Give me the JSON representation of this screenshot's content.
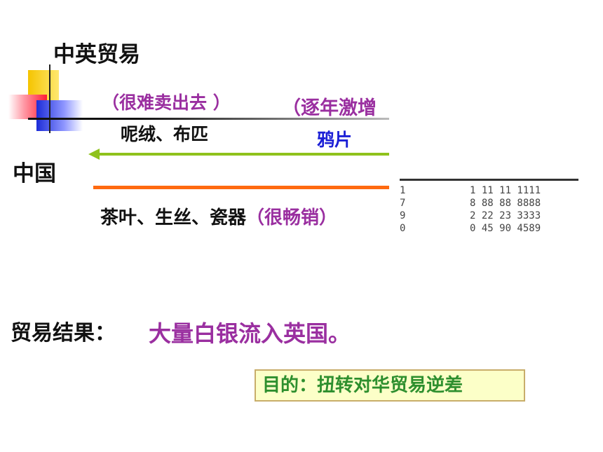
{
  "title": "中英贸易",
  "china_label": "中国",
  "exports_to_china": {
    "note": "（很难卖出去 ）",
    "goods": "呢绒、布匹"
  },
  "opium": {
    "note": "（逐年激增",
    "label": "鸦片"
  },
  "exports_from_china": {
    "goods": "茶叶、生丝、瓷器",
    "note": "（很畅销）"
  },
  "years_table": [
    [
      "1",
      "1 11 11 1111"
    ],
    [
      "7",
      "8 88 88 8888"
    ],
    [
      "9",
      "2 22 23 3333"
    ],
    [
      "0",
      "0 45 90 4589"
    ]
  ],
  "result": {
    "label": "贸易结果：",
    "text": "大量白银流入英国。"
  },
  "goal": "目的：扭转对华贸易逆差",
  "colors": {
    "green_arrow": "#8fc21c",
    "orange_line": "#ff6a10",
    "purple_text": "#9a2fa0",
    "blue_text": "#1b1fd6",
    "goal_green": "#2e8f2e"
  }
}
